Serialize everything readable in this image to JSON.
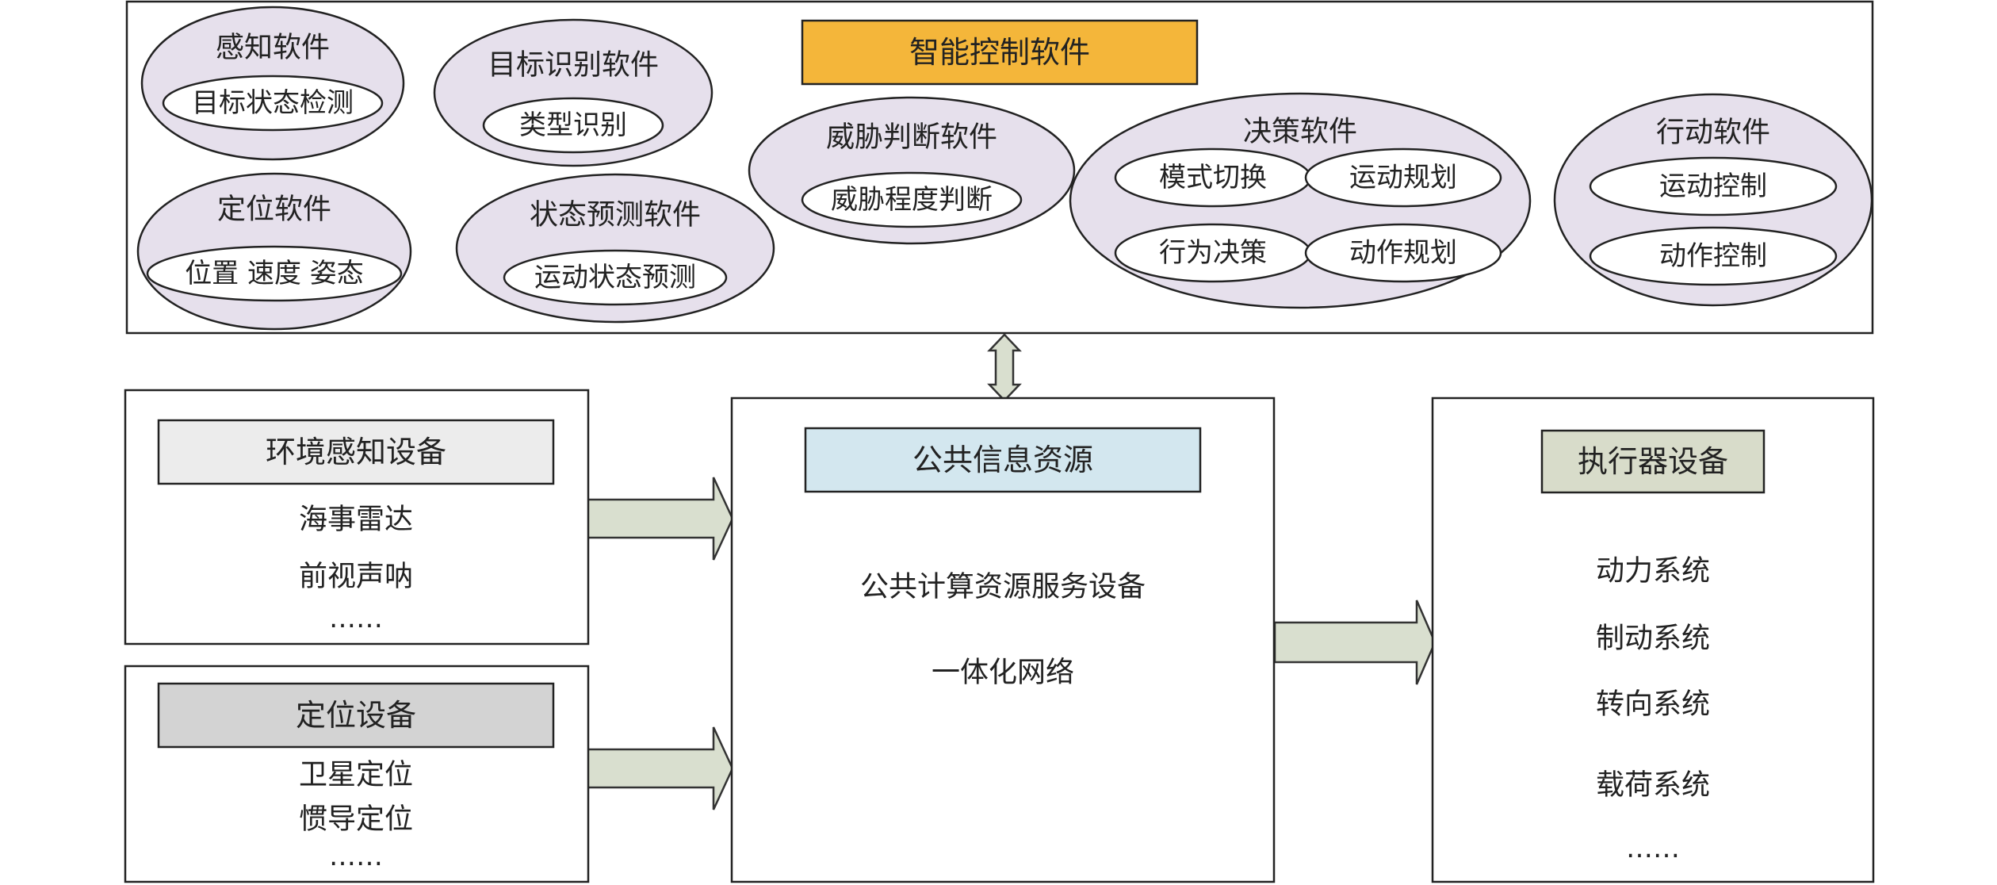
{
  "colors": {
    "title_intelligent": "#f4b63a",
    "title_public": "#d3e7ef",
    "title_actuator": "#d8dcca",
    "title_env": "#ececec",
    "title_positioning": "#d3d3d3",
    "oval_fill": "#e6e0ec",
    "arrow_fill": "#d9dfcf"
  },
  "intelligent_control": {
    "title": "智能控制软件",
    "perception": {
      "title": "感知软件",
      "items": [
        "目标状态检测"
      ]
    },
    "target_recognition": {
      "title": "目标识别软件",
      "items": [
        "类型识别"
      ]
    },
    "localization": {
      "title": "定位软件",
      "items": [
        "位置 速度 姿态"
      ]
    },
    "state_prediction": {
      "title": "状态预测软件",
      "items": [
        "运动状态预测"
      ]
    },
    "threat": {
      "title": "威胁判断软件",
      "items": [
        "威胁程度判断"
      ]
    },
    "decision": {
      "title": "决策软件",
      "items": [
        "模式切换",
        "运动规划",
        "行为决策",
        "动作规划"
      ]
    },
    "action": {
      "title": "行动软件",
      "items": [
        "运动控制",
        "动作控制"
      ]
    }
  },
  "env_devices": {
    "title": "环境感知设备",
    "items": [
      "海事雷达",
      "前视声呐",
      "……"
    ]
  },
  "positioning_devices": {
    "title": "定位设备",
    "items": [
      "卫星定位",
      "惯导定位",
      "……"
    ]
  },
  "public_resources": {
    "title": "公共信息资源",
    "items": [
      "公共计算资源服务设备",
      "一体化网络"
    ]
  },
  "actuators": {
    "title": "执行器设备",
    "items": [
      "动力系统",
      "制动系统",
      "转向系统",
      "载荷系统",
      "……"
    ]
  }
}
